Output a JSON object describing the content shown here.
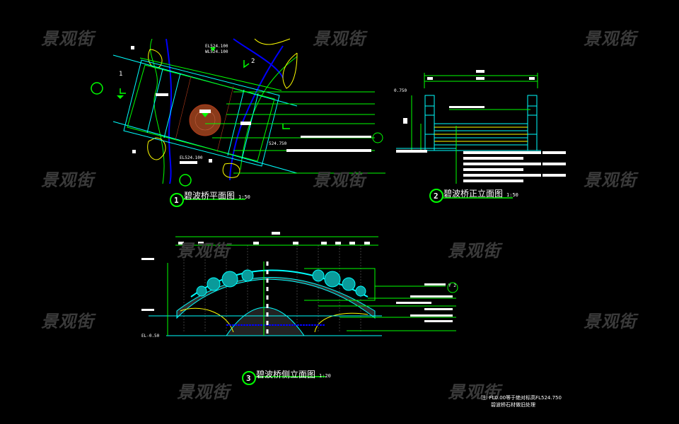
{
  "watermark": "景观街",
  "drawings": [
    {
      "number": "1",
      "title": "碧波桥平面图",
      "scale": "1:50"
    },
    {
      "number": "2",
      "title": "碧波桥正立面图",
      "scale": "1:50"
    },
    {
      "number": "3",
      "title": "碧波桥侧立面图",
      "scale": "1:20"
    }
  ],
  "plan_labels": {
    "el_top": "EL524.100",
    "wl_top": "WL524.100",
    "el_bottom": "EL524.100",
    "level_right": "524.750",
    "section_mark": "1",
    "section_mark_2": "2"
  },
  "front_labels": {
    "level": "0.750"
  },
  "side_labels": {
    "level_bottom": "EL-0.50",
    "detail_ref": "Y 2"
  },
  "note": {
    "line1": "注: FL0.00等于绝对标高FL524.750",
    "line2": "碧波桥石材做旧处理"
  },
  "colors": {
    "green": "#00ff00",
    "cyan": "#00ffff",
    "yellow": "#ffff00",
    "blue": "#0000ff",
    "red": "#b03a1a"
  }
}
